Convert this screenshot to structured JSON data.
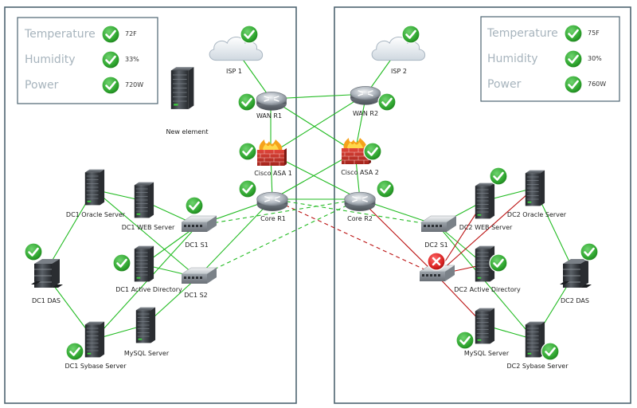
{
  "colors": {
    "link_ok": "#22bb22",
    "link_down": "#bb1111",
    "status_ok": "#2ea52e",
    "status_error": "#d92121",
    "panel_border": "#4e6471",
    "stat_label": "#a7b4bd"
  },
  "dc1_stats": [
    {
      "label": "Temperature",
      "value": "72F",
      "status": "ok"
    },
    {
      "label": "Humidity",
      "value": "33%",
      "status": "ok"
    },
    {
      "label": "Power",
      "value": "720W",
      "status": "ok"
    }
  ],
  "dc2_stats": [
    {
      "label": "Temperature",
      "value": "75F",
      "status": "ok"
    },
    {
      "label": "Humidity",
      "value": "30%",
      "status": "ok"
    },
    {
      "label": "Power",
      "value": "760W",
      "status": "ok"
    }
  ],
  "nodes": {
    "isp1": {
      "label": "ISP 1",
      "type": "cloud-icon",
      "status": "ok"
    },
    "isp2": {
      "label": "ISP 2",
      "type": "cloud-icon",
      "status": "ok"
    },
    "wan_r1": {
      "label": "WAN R1",
      "type": "router-icon",
      "status": "ok"
    },
    "wan_r2": {
      "label": "WAN R2",
      "type": "router-icon",
      "status": "ok"
    },
    "asa1": {
      "label": "Cisco ASA 1",
      "type": "firewall-icon",
      "status": "ok"
    },
    "asa2": {
      "label": "Cisco ASA 2",
      "type": "firewall-icon",
      "status": "ok"
    },
    "core_r1": {
      "label": "Core R1",
      "type": "router-icon",
      "status": "ok"
    },
    "core_r2": {
      "label": "Core R2",
      "type": "router-icon",
      "status": "ok"
    },
    "new_element": {
      "label": "New element",
      "type": "server-icon",
      "status": "none"
    },
    "dc1_oracle": {
      "label": "DC1 Oracle Server",
      "type": "server-icon",
      "status": "none"
    },
    "dc1_web": {
      "label": "DC1 WEB Server",
      "type": "server-icon",
      "status": "none"
    },
    "dc1_s1": {
      "label": "DC1 S1",
      "type": "switch-icon",
      "status": "ok"
    },
    "dc1_s2": {
      "label": "DC1 S2",
      "type": "switch-icon",
      "status": "none"
    },
    "dc1_das": {
      "label": "DC1 DAS",
      "type": "storage-icon",
      "status": "ok"
    },
    "dc1_ad": {
      "label": "DC1 Active Directory",
      "type": "server-icon",
      "status": "ok"
    },
    "dc1_mysql": {
      "label": "MySQL Server",
      "type": "server-icon",
      "status": "none"
    },
    "dc1_sybase": {
      "label": "DC1 Sybase Server",
      "type": "server-icon",
      "status": "ok"
    },
    "dc2_web": {
      "label": "DC2 WEB Server",
      "type": "server-icon",
      "status": "ok"
    },
    "dc2_oracle": {
      "label": "DC2 Oracle Server",
      "type": "server-icon",
      "status": "none"
    },
    "dc2_s1": {
      "label": "DC2 S1",
      "type": "switch-icon",
      "status": "none"
    },
    "dc2_s2": {
      "label": "",
      "type": "switch-icon",
      "status": "error"
    },
    "dc2_das": {
      "label": "DC2 DAS",
      "type": "storage-icon",
      "status": "ok"
    },
    "dc2_ad": {
      "label": "DC2 Active Directory",
      "type": "server-icon",
      "status": "ok"
    },
    "dc2_mysql": {
      "label": "MySQL Server",
      "type": "server-icon",
      "status": "ok"
    },
    "dc2_sybase": {
      "label": "DC2 Sybase Server",
      "type": "server-icon",
      "status": "ok"
    }
  },
  "links": [
    {
      "from": "isp1",
      "to": "wan_r1",
      "state": "up"
    },
    {
      "from": "isp2",
      "to": "wan_r2",
      "state": "up"
    },
    {
      "from": "wan_r1",
      "to": "wan_r2",
      "state": "up"
    },
    {
      "from": "wan_r1",
      "to": "asa1",
      "state": "up"
    },
    {
      "from": "wan_r1",
      "to": "asa2",
      "state": "up"
    },
    {
      "from": "wan_r2",
      "to": "asa1",
      "state": "up"
    },
    {
      "from": "wan_r2",
      "to": "asa2",
      "state": "up"
    },
    {
      "from": "asa1",
      "to": "core_r1",
      "state": "up"
    },
    {
      "from": "asa1",
      "to": "core_r2",
      "state": "up"
    },
    {
      "from": "asa2",
      "to": "core_r1",
      "state": "up"
    },
    {
      "from": "asa2",
      "to": "core_r2",
      "state": "up"
    },
    {
      "from": "core_r1",
      "to": "core_r2",
      "state": "up"
    },
    {
      "from": "core_r1",
      "to": "dc1_s1",
      "state": "up"
    },
    {
      "from": "core_r1",
      "to": "dc1_s2",
      "state": "up"
    },
    {
      "from": "core_r1",
      "to": "dc2_s1",
      "state": "standby"
    },
    {
      "from": "core_r1",
      "to": "dc2_s2",
      "state": "down-standby"
    },
    {
      "from": "core_r2",
      "to": "dc2_s1",
      "state": "up"
    },
    {
      "from": "core_r2",
      "to": "dc2_s2",
      "state": "down"
    },
    {
      "from": "core_r2",
      "to": "dc1_s1",
      "state": "standby"
    },
    {
      "from": "core_r2",
      "to": "dc1_s2",
      "state": "standby"
    },
    {
      "from": "dc1_oracle",
      "to": "dc1_web",
      "state": "up"
    },
    {
      "from": "dc1_oracle",
      "to": "dc1_das",
      "state": "up"
    },
    {
      "from": "dc1_oracle",
      "to": "dc1_s2",
      "state": "up"
    },
    {
      "from": "dc1_web",
      "to": "dc1_s1",
      "state": "up"
    },
    {
      "from": "dc1_ad",
      "to": "dc1_s1",
      "state": "up"
    },
    {
      "from": "dc1_ad",
      "to": "dc1_s2",
      "state": "up"
    },
    {
      "from": "dc1_das",
      "to": "dc1_sybase",
      "state": "up"
    },
    {
      "from": "dc1_sybase",
      "to": "dc1_mysql",
      "state": "up"
    },
    {
      "from": "dc1_sybase",
      "to": "dc1_s1",
      "state": "up"
    },
    {
      "from": "dc1_mysql",
      "to": "dc1_s2",
      "state": "up"
    },
    {
      "from": "dc2_s1",
      "to": "dc2_web",
      "state": "up"
    },
    {
      "from": "dc2_s1",
      "to": "dc2_ad",
      "state": "up"
    },
    {
      "from": "dc2_s1",
      "to": "dc2_sybase",
      "state": "up"
    },
    {
      "from": "dc2_s2",
      "to": "dc2_web",
      "state": "down"
    },
    {
      "from": "dc2_s2",
      "to": "dc2_ad",
      "state": "down"
    },
    {
      "from": "dc2_s2",
      "to": "dc2_mysql",
      "state": "down"
    },
    {
      "from": "dc2_s2",
      "to": "dc2_oracle",
      "state": "down"
    },
    {
      "from": "dc2_web",
      "to": "dc2_oracle",
      "state": "up"
    },
    {
      "from": "dc2_oracle",
      "to": "dc2_das",
      "state": "up"
    },
    {
      "from": "dc2_das",
      "to": "dc2_sybase",
      "state": "up"
    },
    {
      "from": "dc2_mysql",
      "to": "dc2_sybase",
      "state": "up"
    }
  ]
}
